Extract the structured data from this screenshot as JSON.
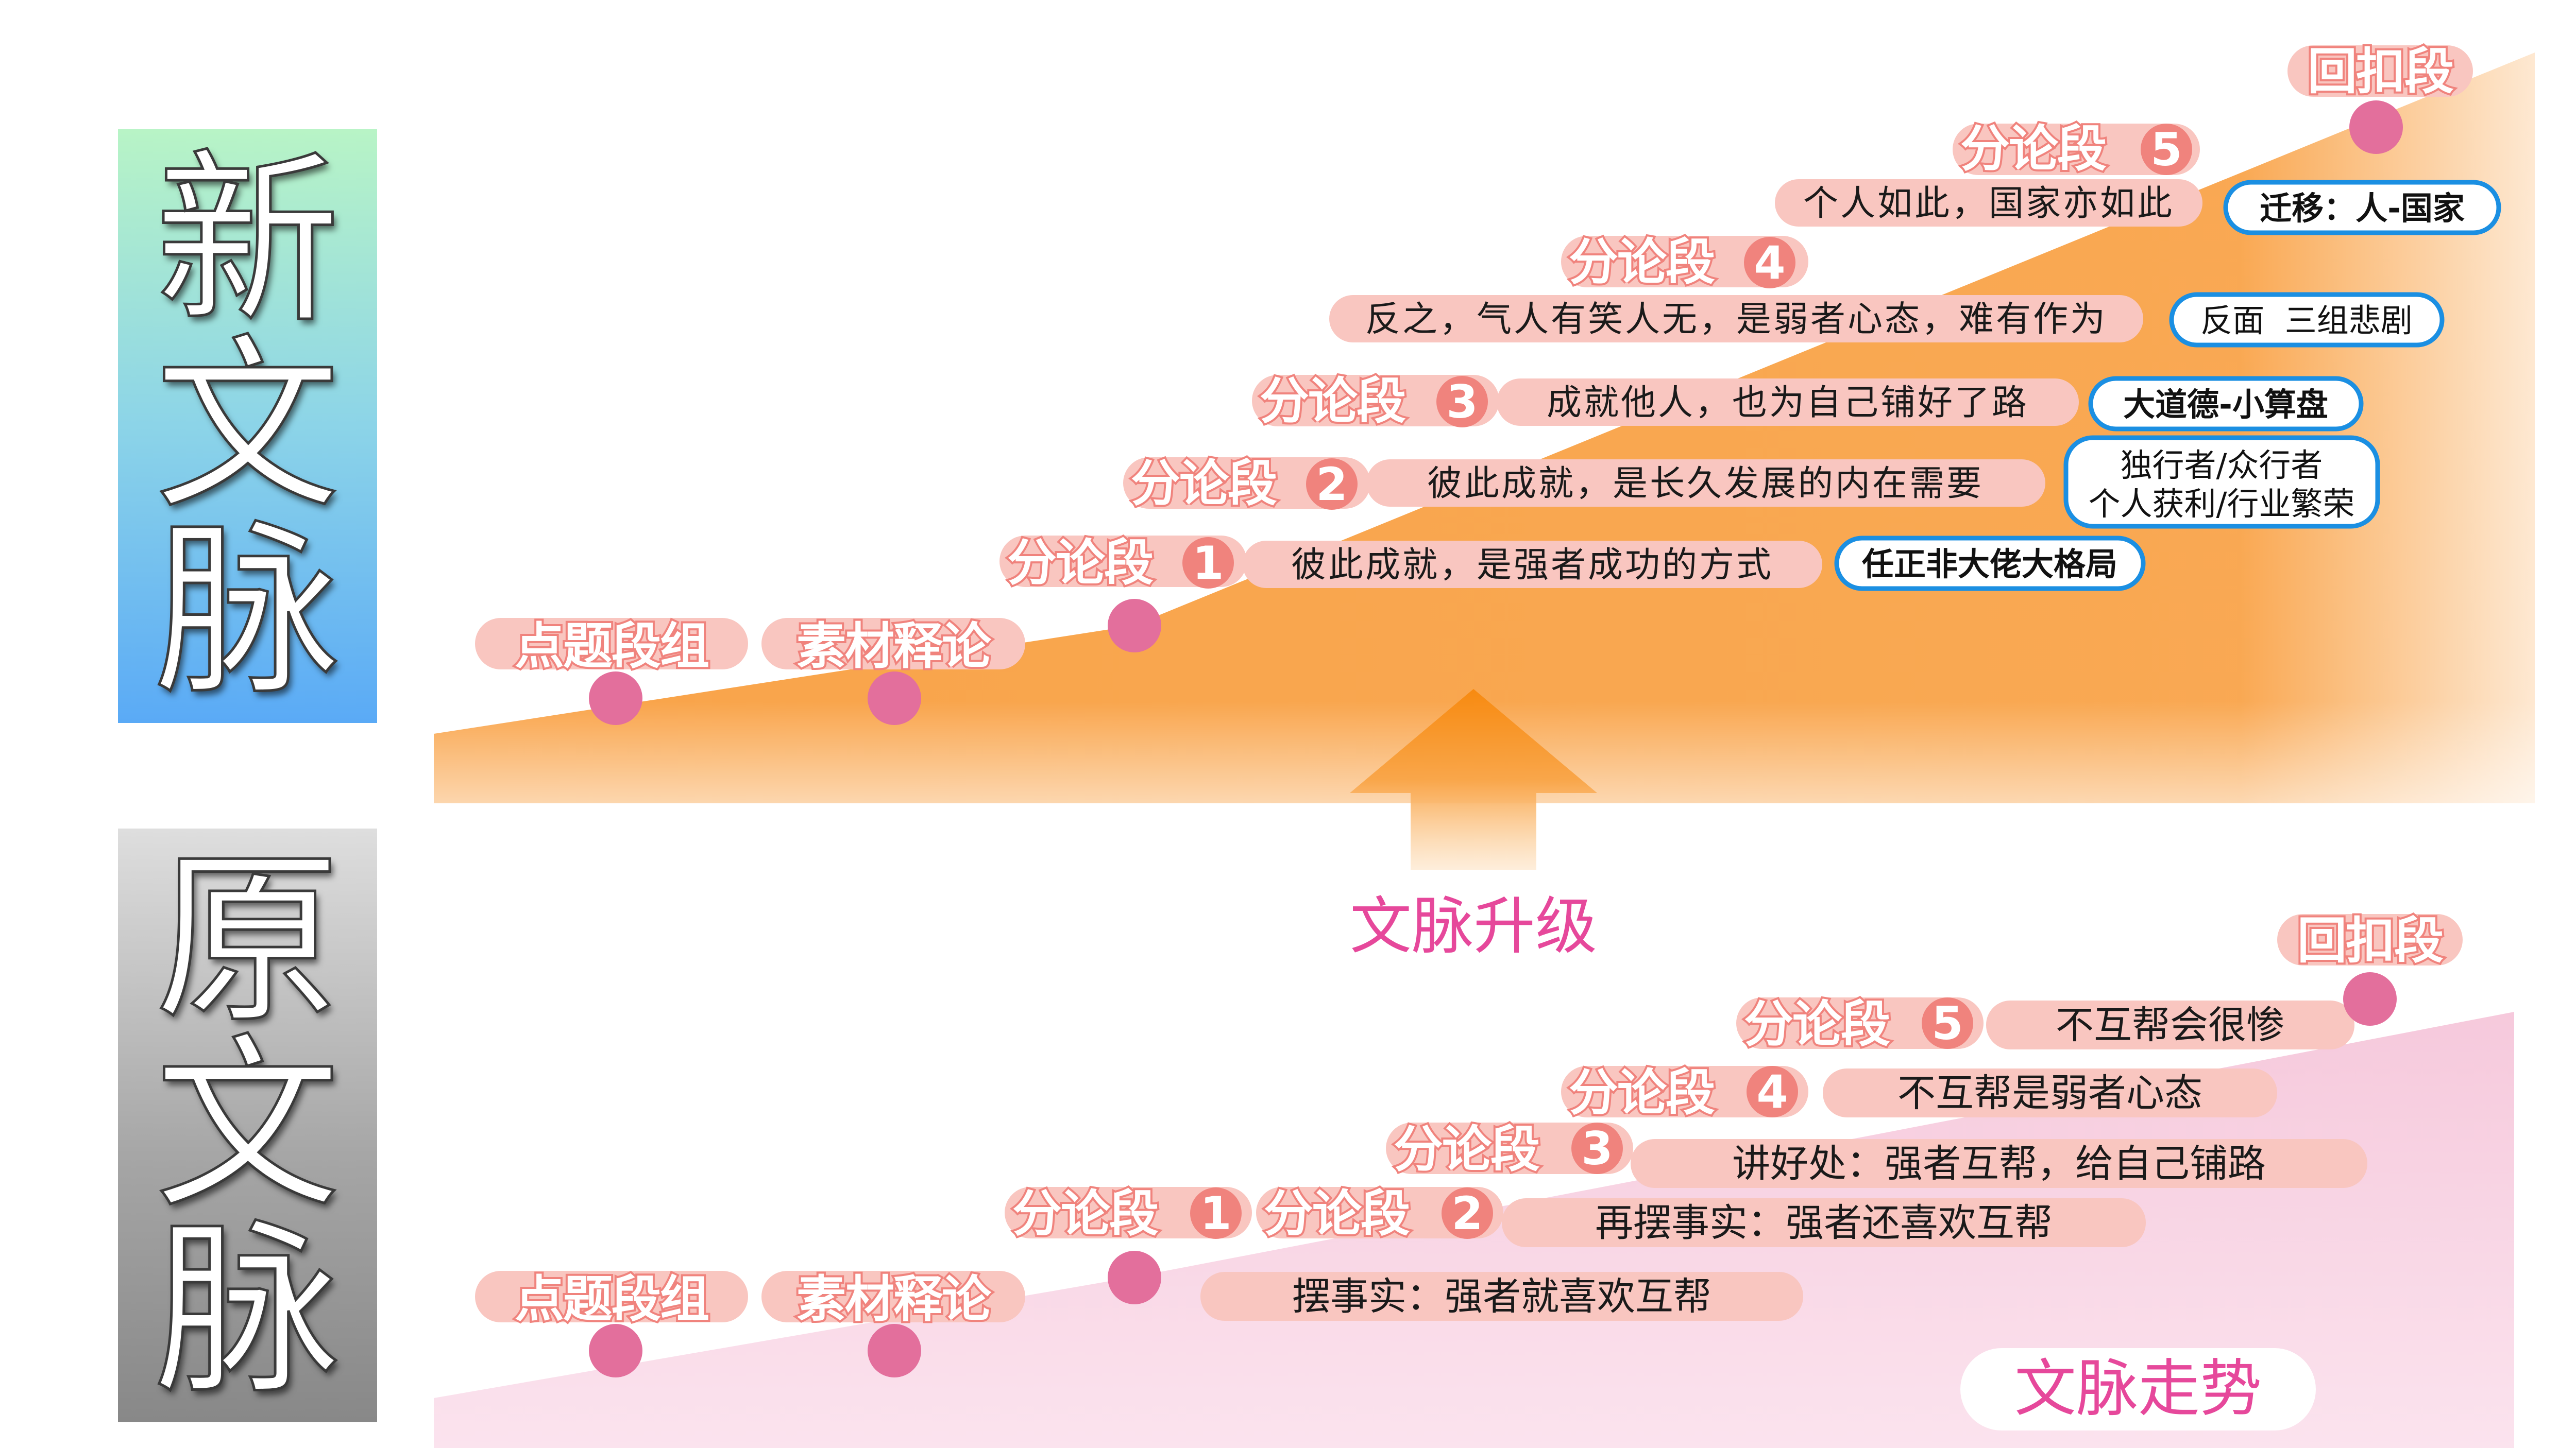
{
  "new_section": {
    "label_chars": [
      "新",
      "文",
      "脉"
    ],
    "start_labels": [
      "点题段组",
      "素材释论"
    ],
    "sections": [
      {
        "label": "分论段",
        "num": "1",
        "text": "彼此成就，是强者成功的方式",
        "box": [
          "任正非大佬大格局"
        ]
      },
      {
        "label": "分论段",
        "num": "2",
        "text": "彼此成就，是长久发展的内在需要",
        "box": [
          "独行者/众行者",
          "个人获利/行业繁荣"
        ]
      },
      {
        "label": "分论段",
        "num": "3",
        "text": "成就他人，也为自己铺好了路",
        "box": [
          "大道德-小算盘"
        ]
      },
      {
        "label": "分论段",
        "num": "4",
        "text": "反之，气人有笑人无，是弱者心态，难有作为",
        "box": [
          "反面  三组悲剧"
        ]
      },
      {
        "label": "分论段",
        "num": "5",
        "text": "个人如此，国家亦如此",
        "box": [
          "迁移：人-国家"
        ]
      }
    ],
    "end_label": "回扣段"
  },
  "upgrade_label": "文脉升级",
  "old_section": {
    "label_chars": [
      "原",
      "文",
      "脉"
    ],
    "start_labels": [
      "点题段组",
      "素材释论"
    ],
    "section_label": "分论段",
    "nums": [
      "1",
      "2",
      "3",
      "4",
      "5"
    ],
    "texts": [
      "摆事实：强者就喜欢互帮",
      "再摆事实：强者还喜欢互帮",
      "讲好处：强者互帮，给自己铺路",
      "不互帮是弱者心态",
      "不互帮会很惨"
    ],
    "end_label": "回扣段",
    "trend_label": "文脉走势"
  },
  "colors": {
    "orange_fill": "#f9a44a",
    "pink_fill": "#f8d4e3",
    "dot": "#e36f9c",
    "pill_text_stroke": "#f0837d",
    "text_pill": "#f9c6c0",
    "box_border": "#1b8fe2",
    "accent_pink": "#e6489b"
  }
}
